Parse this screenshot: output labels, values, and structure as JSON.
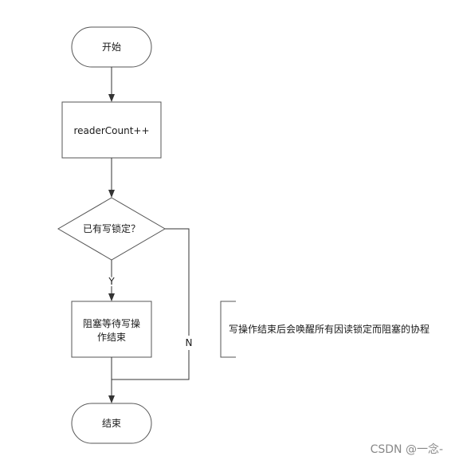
{
  "nodes": {
    "start": {
      "label": "开始"
    },
    "reader_count": {
      "label": "readerCount++"
    },
    "decision": {
      "label": "已有写锁定？"
    },
    "block_wait": {
      "lines": [
        "阻塞等待写操",
        "作结束"
      ]
    },
    "end": {
      "label": "结束"
    }
  },
  "edges": {
    "yes_label": "Y",
    "no_label": "N"
  },
  "annotation": {
    "text": "写操作结束后会唤醒所有因读锁定而阻塞的协程"
  },
  "watermark": "CSDN @一念-",
  "colors": {
    "stroke": "#555555",
    "fill": "#ffffff",
    "text": "#1a1a1a"
  }
}
